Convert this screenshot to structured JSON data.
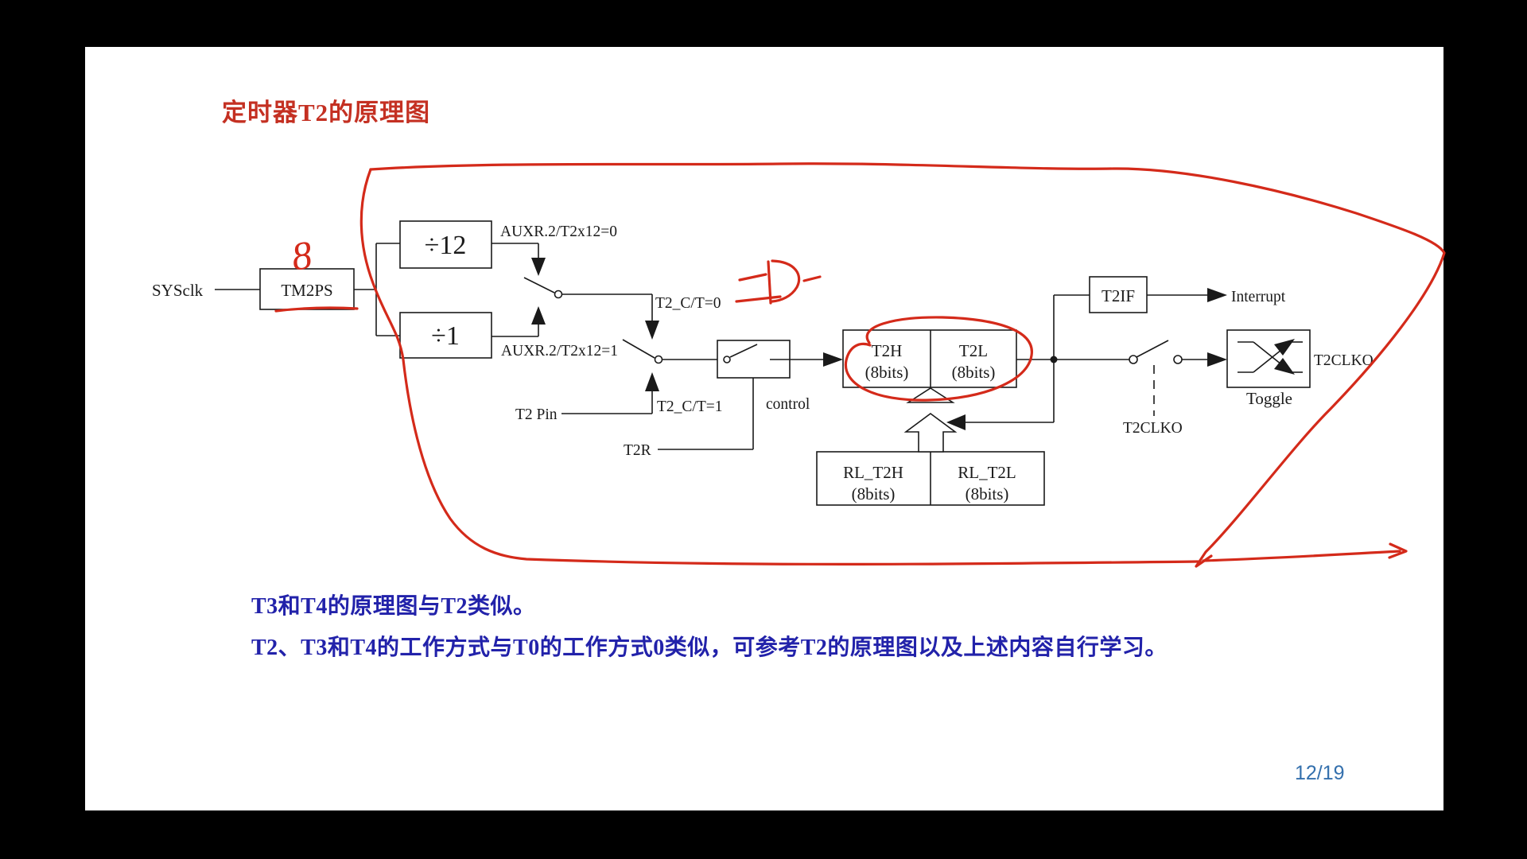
{
  "slide": {
    "title": "定时器T2的原理图",
    "notes": {
      "line1": "T3和T4的原理图与T2类似。",
      "line2": "T2、T3和T4的工作方式与T0的工作方式0类似，可参考T2的原理图以及上述内容自行学习。"
    },
    "page_number": "12/19"
  },
  "diagram": {
    "sysclk": "SYSclk",
    "tm2ps": "TM2PS",
    "div12": "÷12",
    "div1": "÷1",
    "auxr_0": "AUXR.2/T2x12=0",
    "auxr_1": "AUXR.2/T2x12=1",
    "t2_ct0": "T2_C/T=0",
    "t2_ct1": "T2_C/T=1",
    "t2_pin": "T2 Pin",
    "t2r": "T2R",
    "control": "control",
    "t2h": "T2H",
    "t2h_bits": "(8bits)",
    "t2l": "T2L",
    "t2l_bits": "(8bits)",
    "rl_t2h": "RL_T2H",
    "rl_t2h_bits": "(8bits)",
    "rl_t2l": "RL_T2L",
    "rl_t2l_bits": "(8bits)",
    "t2if": "T2IF",
    "interrupt": "Interrupt",
    "t2clko_switch": "T2CLKO",
    "toggle": "Toggle",
    "t2clko_out": "T2CLKO"
  },
  "annotations": {
    "prescaler_mark": "8"
  },
  "colors": {
    "ink_red": "#d42a1a",
    "title_red": "#c43022",
    "note_blue": "#2222aa",
    "page_blue": "#3470ad",
    "diagram_ink": "#1a1a1a",
    "slide_bg": "#ffffff",
    "letterbox": "#000000"
  }
}
